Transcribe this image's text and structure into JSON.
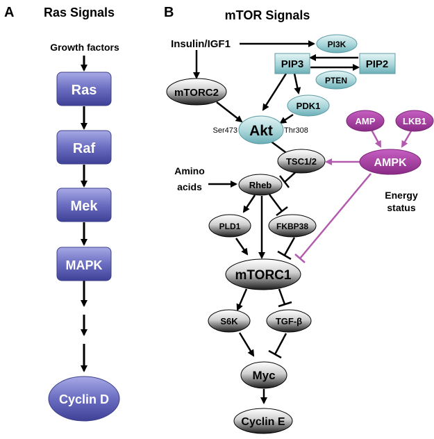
{
  "panels": {
    "a": {
      "letter": "A",
      "title": "Ras Signals"
    },
    "b": {
      "letter": "B",
      "title": "mTOR Signals"
    }
  },
  "ras": {
    "input": "Growth factors",
    "nodes": [
      "Ras",
      "Raf",
      "Mek",
      "MAPK"
    ],
    "output": "Cyclin D"
  },
  "mtor": {
    "insulin": "Insulin/IGF1",
    "pi3k": "PI3K",
    "pip3": "PIP3",
    "pip2": "PIP2",
    "pten": "PTEN",
    "mtorc2": "mTORC2",
    "pdk1": "PDK1",
    "akt": "Akt",
    "ser473": "Ser473",
    "thr308": "Thr308",
    "tsc": "TSC1/2",
    "amino_line1": "Amino",
    "amino_line2": "acids",
    "rheb": "Rheb",
    "pld1": "PLD1",
    "fkbp38": "FKBP38",
    "mtorc1": "mTORC1",
    "s6k": "S6K",
    "tgfb": "TGF-β",
    "myc": "Myc",
    "cycline": "Cyclin E",
    "amp": "AMP",
    "lkb1": "LKB1",
    "ampk": "AMPK",
    "energy_line1": "Energy",
    "energy_line2": "status"
  },
  "colors": {
    "ras_box_top": "#9b9de0",
    "ras_box_bottom": "#4b4ea3",
    "teal_light": "#d6eef0",
    "teal_dark": "#7fbcc3",
    "black_light": "#ffffff",
    "black_dark": "#1a1a1a",
    "purple": "#a23a9e",
    "purple_line": "#b25bae"
  }
}
